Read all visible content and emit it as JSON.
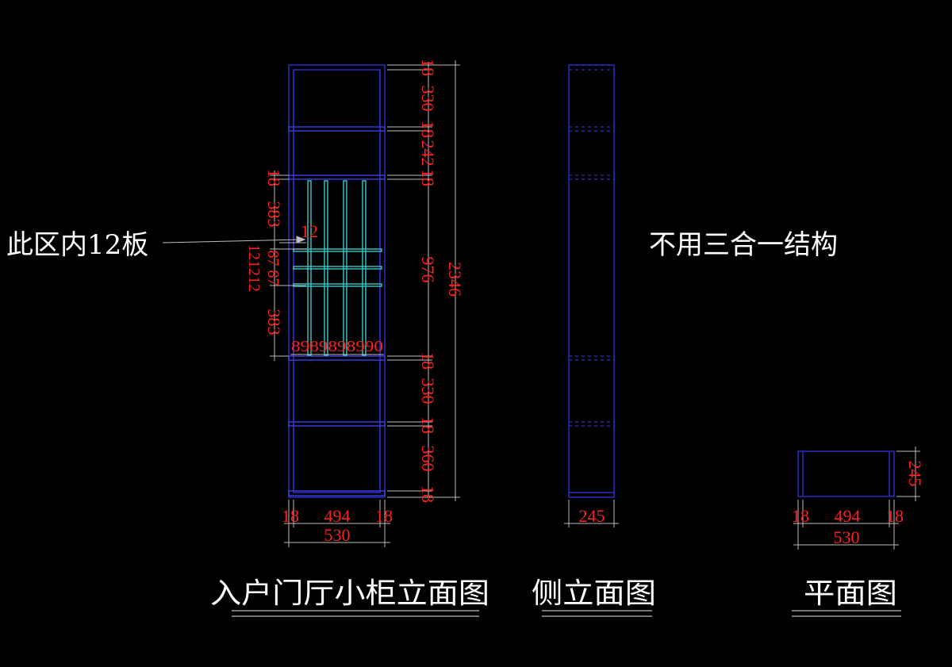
{
  "colors": {
    "background": "#000000",
    "panel": "#2c2cc4",
    "panel_thick": "#3a3ad8",
    "grid": "#38c8c8",
    "dimension_text": "#ff2020",
    "dimension_line": "#bdbdbd",
    "text": "#ffffff"
  },
  "titles": {
    "front": "入户门厅小柜立面图",
    "side": "侧立面图",
    "plan": "平面图"
  },
  "notes": {
    "zone": "此区内12板",
    "structure": "不用三合一结构"
  },
  "front_dims": {
    "right_segments": [
      "18",
      "330",
      "18",
      "242",
      "18",
      "976",
      "18",
      "330",
      "18",
      "360",
      "18"
    ],
    "total_height": "2346",
    "left_upper_panel": "18",
    "left_grid_top": "383",
    "left_grid_bottom": "383",
    "left_small_a": "121212",
    "left_small_b": "87 87",
    "grid_panel_note": "12",
    "grid_widths": "8989898990",
    "width_left_side": "18",
    "width_inner": "494",
    "width_right_side": "18",
    "width_total": "530"
  },
  "side_dims": {
    "depth": "245"
  },
  "plan_dims": {
    "depth": "245",
    "width_left_side": "18",
    "width_inner": "494",
    "width_right_side": "18",
    "width_total": "530"
  }
}
